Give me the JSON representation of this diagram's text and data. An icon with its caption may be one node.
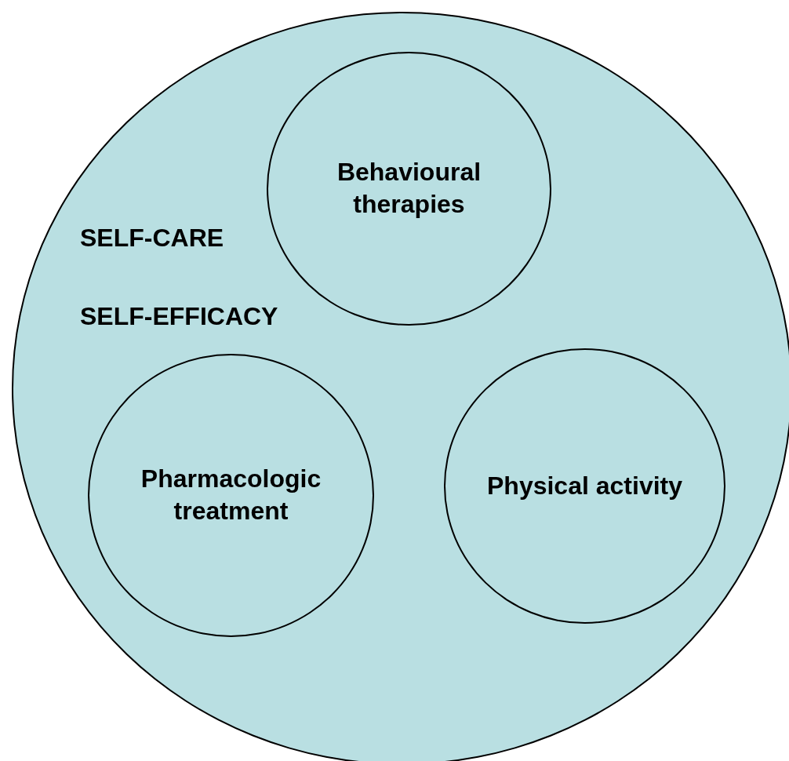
{
  "diagram": {
    "nodes": [
      {
        "text": [
          "SELF-CARE",
          "SELF-EFFICACY"
        ]
      },
      {
        "text": [
          "Behavioural therapies"
        ],
        "in": 0
      },
      {
        "text": [
          "Pharmacologic treatment"
        ],
        "in": 0
      },
      {
        "text": [
          "Physical activity"
        ],
        "in": 0
      }
    ],
    "edges": []
  }
}
